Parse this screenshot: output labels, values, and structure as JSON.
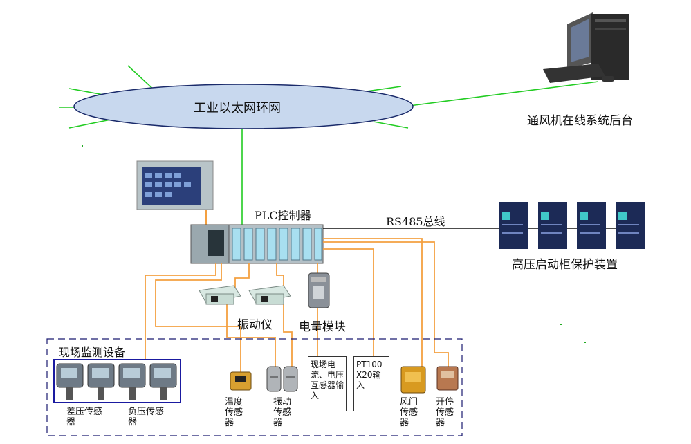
{
  "network": {
    "ring_label": "工业以太网环网"
  },
  "backend": {
    "label": "通风机在线系统后台"
  },
  "plc": {
    "label": "PLC控制器"
  },
  "bus": {
    "label": "RS485总线"
  },
  "protection": {
    "label": "高压启动柜保护装置"
  },
  "vibration_meter": {
    "label": "振动仪"
  },
  "power_module": {
    "label": "电量模块"
  },
  "field": {
    "title": "现场监测设备",
    "diff_pressure": "差压传感器",
    "neg_pressure": "负压传感器",
    "temperature": "温度传感器",
    "vibration": "振动传感器",
    "ct_pt_box": "现场电流、电压互感器输入",
    "pt100_box": "PT100 X20输入",
    "damper": "风门传感器",
    "startstop": "开停传感器"
  },
  "colors": {
    "ring_fill": "#c8d8ee",
    "ring_stroke": "#1a2a6a",
    "ethernet": "#22cc22",
    "orange_wire": "#f4a040",
    "blue_frame": "#1a1aa0"
  }
}
